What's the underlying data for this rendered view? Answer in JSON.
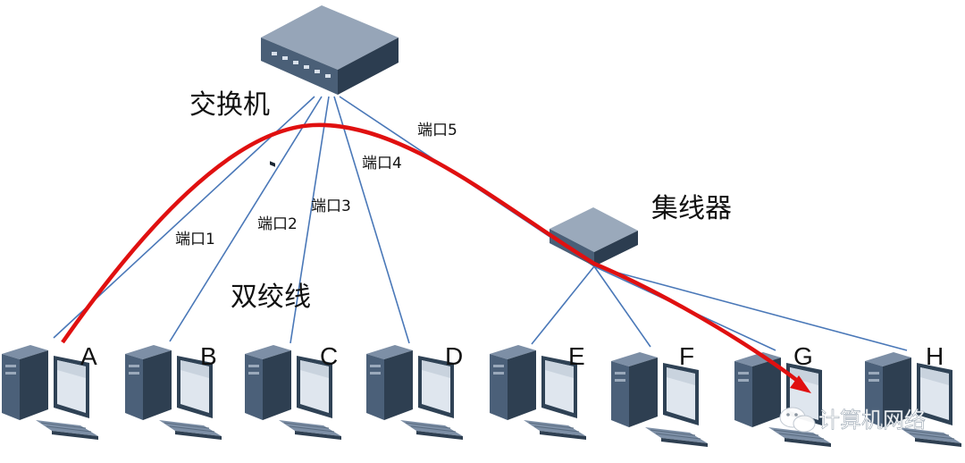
{
  "switch": {
    "label": "交换机"
  },
  "hub": {
    "label": "集线器"
  },
  "cable": {
    "label": "双绞线"
  },
  "ports": [
    "端口1",
    "端口2",
    "端口3",
    "端口4",
    "端口5"
  ],
  "computers": [
    "A",
    "B",
    "C",
    "D",
    "E",
    "F",
    "G",
    "H"
  ],
  "path": {
    "from": "A",
    "to": "G",
    "color": "#e01010"
  },
  "watermark": {
    "text": "计算机网络"
  },
  "colors": {
    "wire": "#4a78b8",
    "device_top": "#8a9ab0",
    "device_dark": "#3a4f66",
    "screen": "#dfe6ee"
  }
}
